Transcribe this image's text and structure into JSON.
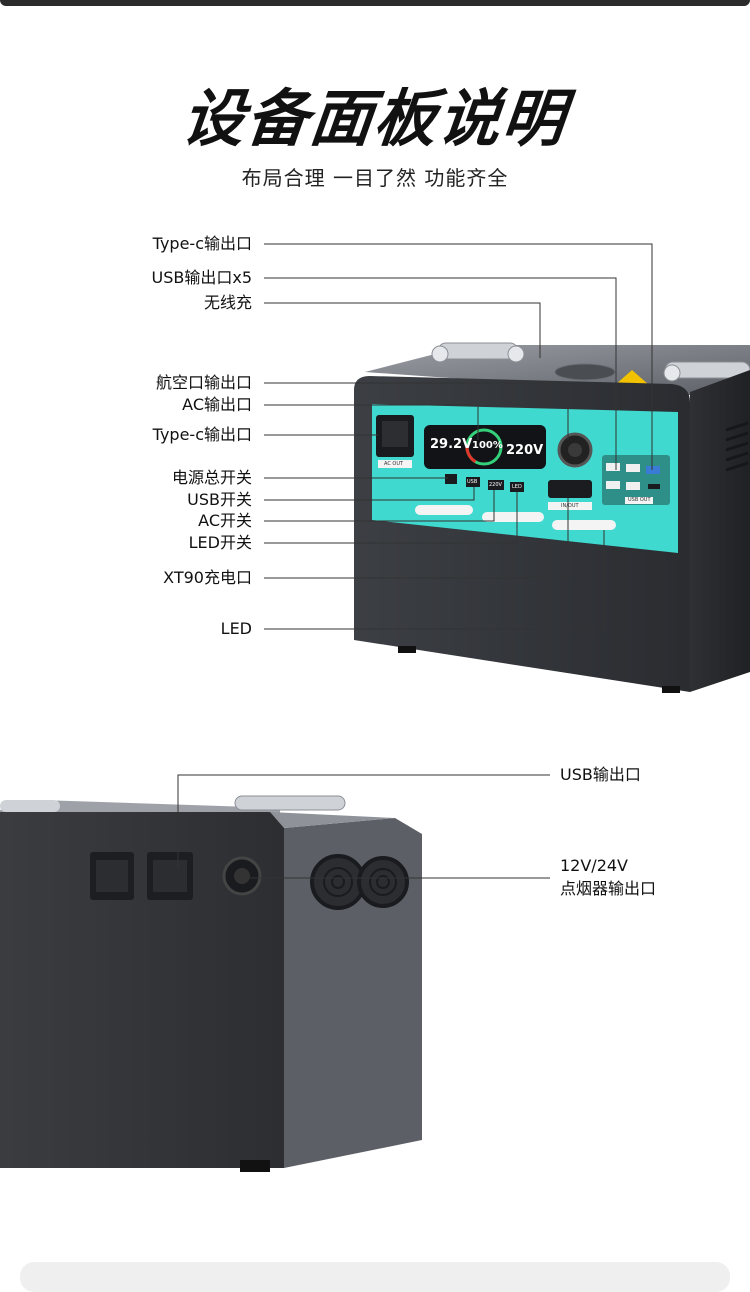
{
  "header": {
    "title": "设备面板说明",
    "subtitle": "布局合理 一目了然 功能齐全"
  },
  "front_labels": [
    "Type-c输出口",
    "USB输出口x5",
    "无线充",
    "航空口输出口",
    "AC输出口",
    "Type-c输出口",
    "电源总开关",
    "USB开关",
    "AC开关",
    "LED开关",
    "XT90充电口",
    "LED"
  ],
  "back_labels": {
    "usb": "USB输出口",
    "car_line1": "12V/24V",
    "car_line2": "点烟器输出口"
  },
  "panel": {
    "display_left": "29.2V",
    "display_center": "100%",
    "display_right": "220V",
    "ac_out": "AC OUT",
    "usb_out": "USB OUT",
    "in_out": "IN/OUT",
    "usb_switch": "USB",
    "ac_switch": "220V",
    "led_switch": "LED"
  },
  "colors": {
    "panel_teal": "#3fd9cf",
    "body_dark": "#3a3d42",
    "line": "#333333"
  }
}
